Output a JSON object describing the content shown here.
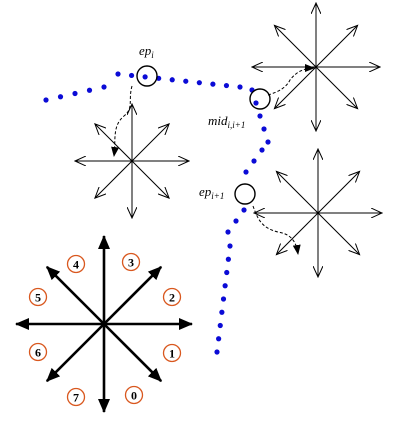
{
  "labels": {
    "ep_i": {
      "base": "ep",
      "sub": "i"
    },
    "mid": {
      "base": "mid",
      "sub": "i,i+1"
    },
    "ep_next": {
      "base": "ep",
      "sub": "i+1"
    }
  },
  "direction_codes": [
    "0",
    "1",
    "2",
    "3",
    "4",
    "5",
    "6",
    "7"
  ],
  "colors": {
    "dots": "#0b0bd6",
    "code_ring": "#d9581f",
    "lines": "#000000"
  },
  "icons": {
    "direction_star": "eight-direction-arrow-star",
    "pointer": "dashed-arrow"
  }
}
